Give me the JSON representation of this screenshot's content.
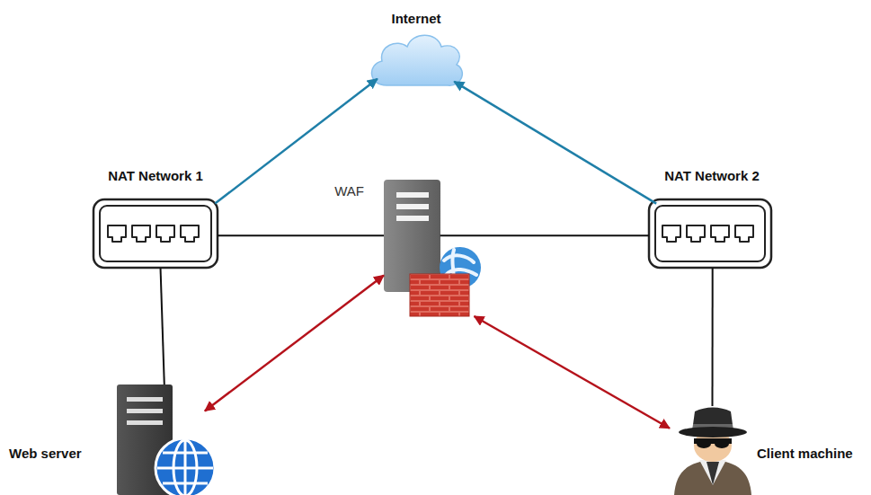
{
  "diagram": {
    "nodes": [
      {
        "text": [
          "Internet"
        ]
      },
      {
        "text": [
          "NAT Network 1"
        ]
      },
      {
        "text": [
          "WAF"
        ]
      },
      {
        "text": [
          "NAT Network 2"
        ]
      },
      {
        "text": [
          "Web server"
        ]
      },
      {
        "text": [
          "Client machine"
        ]
      }
    ],
    "edges": [
      {
        "from": 1,
        "to": 0,
        "arrow": "to"
      },
      {
        "from": 3,
        "to": 0,
        "arrow": "to"
      },
      {
        "from": 1,
        "to": 2,
        "arrow": "none"
      },
      {
        "from": 2,
        "to": 3,
        "arrow": "none"
      },
      {
        "from": 1,
        "to": 4,
        "arrow": "none"
      },
      {
        "from": 3,
        "to": 5,
        "arrow": "none"
      },
      {
        "from": 4,
        "to": 2,
        "arrow": "both"
      },
      {
        "from": 2,
        "to": 5,
        "arrow": "both"
      }
    ]
  }
}
